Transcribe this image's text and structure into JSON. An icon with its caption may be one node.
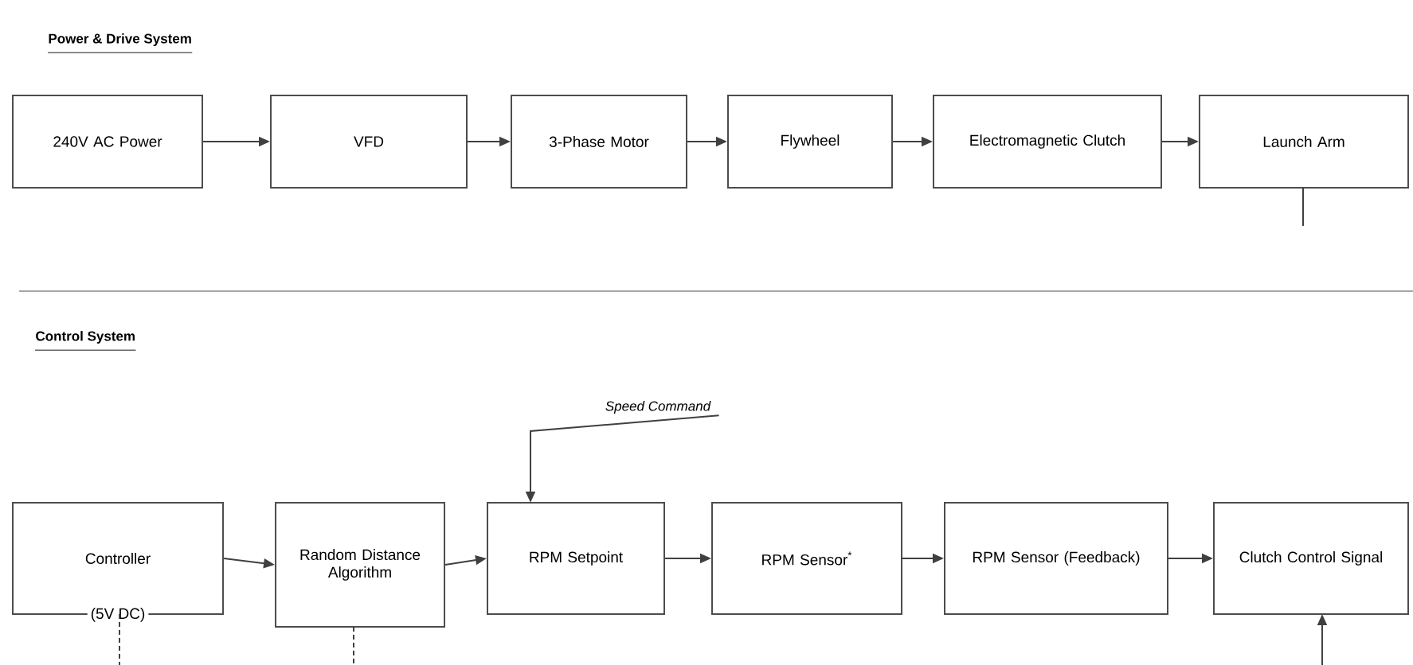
{
  "diagram": {
    "nodes": [
      {
        "text": [
          "240V AC Power"
        ]
      },
      {
        "text": [
          "VFD"
        ]
      },
      {
        "text": [
          "3-Phase Motor"
        ]
      },
      {
        "text": [
          "Flywheel"
        ]
      },
      {
        "text": [
          "Electromagnetic Clutch"
        ]
      },
      {
        "text": [
          "Launch Arm"
        ]
      },
      {
        "text": [
          "Controller",
          "(5V DC)"
        ]
      },
      {
        "text": [
          "Random Distance Algorithm"
        ]
      },
      {
        "text": [
          "RPM Setpoint"
        ]
      },
      {
        "text": [
          "RPM Sensor$^{*}$"
        ]
      },
      {
        "text": [
          "RPM Sensor (Feedback)"
        ]
      },
      {
        "text": [
          "Clutch Control Signal"
        ]
      },
      {
        "text": [
          "Speed Command"
        ]
      }
    ],
    "edges": [
      {
        "from": 0,
        "to": 1,
        "arrow": "to"
      },
      {
        "from": 1,
        "to": 2,
        "arrow": "to"
      },
      {
        "from": 2,
        "to": 3,
        "arrow": "to"
      },
      {
        "from": 3,
        "to": 4,
        "arrow": "to"
      },
      {
        "from": 4,
        "to": 5,
        "arrow": "to"
      },
      {
        "from": 5,
        "to": null,
        "arrow": "none"
      },
      {
        "from": 6,
        "to": 7,
        "arrow": "to"
      },
      {
        "from": 7,
        "to": 8,
        "arrow": "to"
      },
      {
        "from": 8,
        "to": 9,
        "arrow": "to"
      },
      {
        "from": 9,
        "to": 10,
        "arrow": "to"
      },
      {
        "from": 10,
        "to": 11,
        "arrow": "to"
      },
      {
        "from": 12,
        "to": 8,
        "arrow": "to"
      },
      {
        "from": 6,
        "to": null,
        "arrow": "none",
        "style": "dashed"
      },
      {
        "from": 7,
        "to": null,
        "arrow": "none",
        "style": "dashed"
      },
      {
        "from": null,
        "to": 11,
        "arrow": "to"
      }
    ],
    "labels": [
      "Power & Drive System",
      "Control System"
    ]
  }
}
